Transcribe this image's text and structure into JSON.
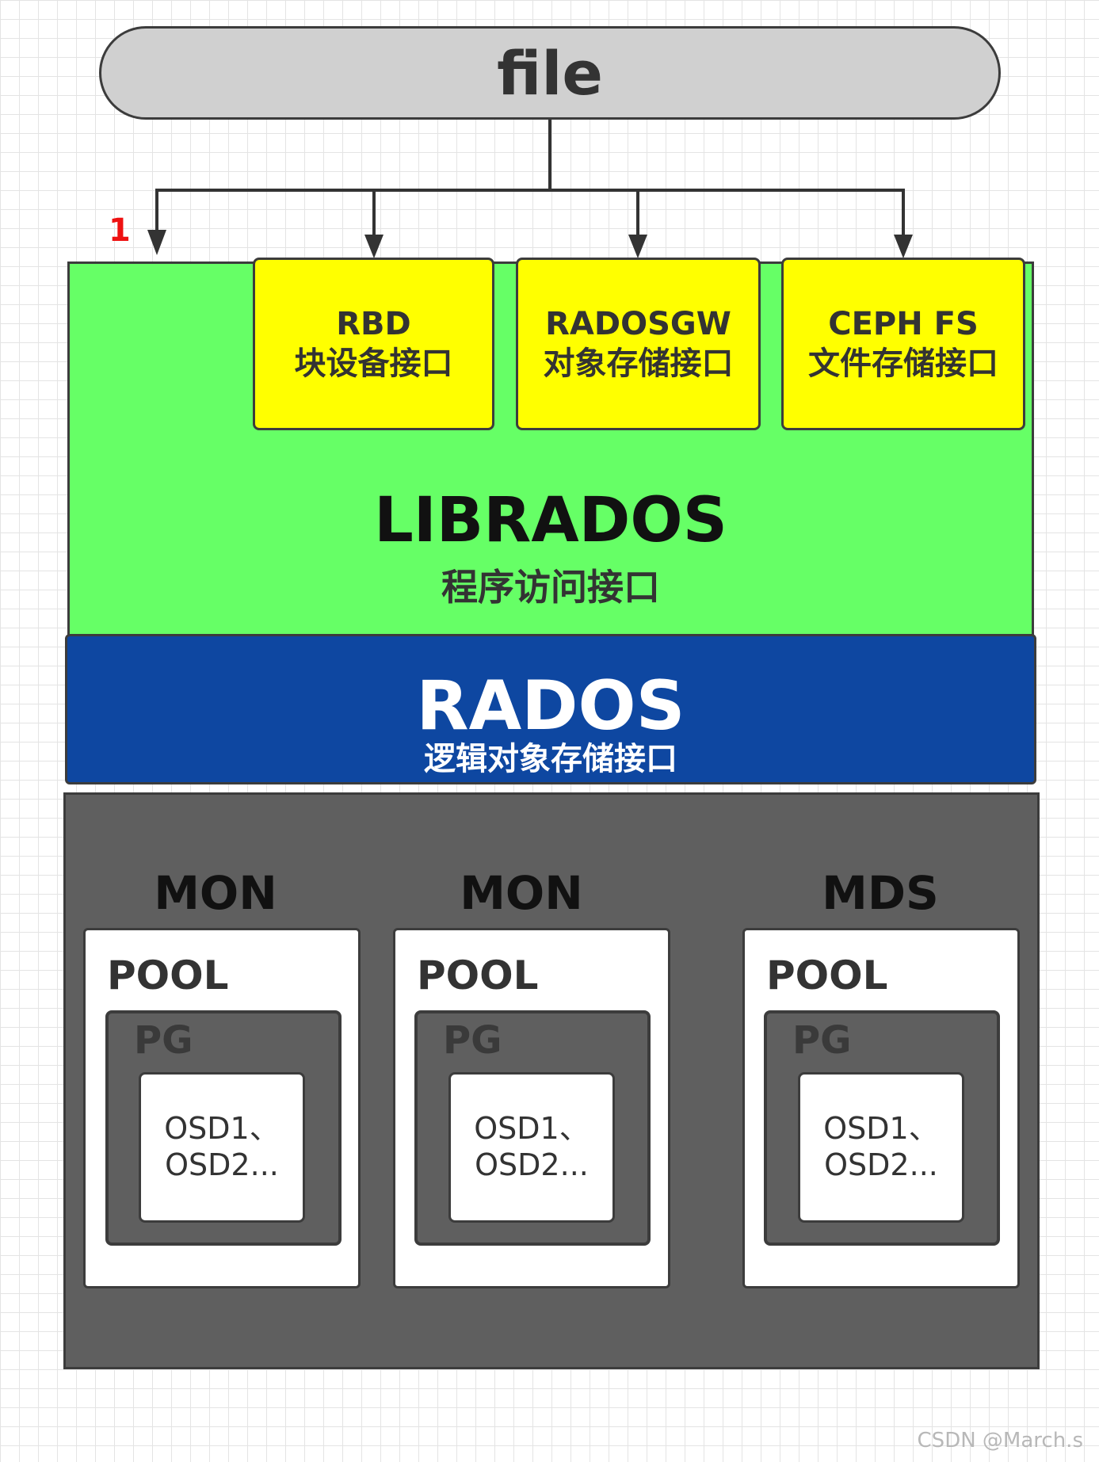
{
  "file": {
    "label": "file"
  },
  "marker": "1",
  "interfaces": [
    {
      "name": "RBD",
      "desc": "块设备接口"
    },
    {
      "name": "RADOSGW",
      "desc": "对象存储接口"
    },
    {
      "name": "CEPH FS",
      "desc": "文件存储接口"
    }
  ],
  "librados": {
    "title": "LIBRADOS",
    "desc": "程序访问接口"
  },
  "rados": {
    "title": "RADOS",
    "desc": "逻辑对象存储接口"
  },
  "nodes": [
    {
      "label": "MON",
      "pool": "POOL",
      "pg": "PG",
      "osd_line1": "OSD1、",
      "osd_line2": "OSD2..."
    },
    {
      "label": "MON",
      "pool": "POOL",
      "pg": "PG",
      "osd_line1": "OSD1、",
      "osd_line2": "OSD2..."
    },
    {
      "label": "MDS",
      "pool": "POOL",
      "pg": "PG",
      "osd_line1": "OSD1、",
      "osd_line2": "OSD2..."
    }
  ],
  "colors": {
    "file": "#d0d0d0",
    "interface": "#ffff00",
    "librados": "#66ff66",
    "rados": "#0e47a1",
    "cluster": "#5f5f5f",
    "marker": "#ee1111"
  },
  "watermark": "CSDN @March.s"
}
